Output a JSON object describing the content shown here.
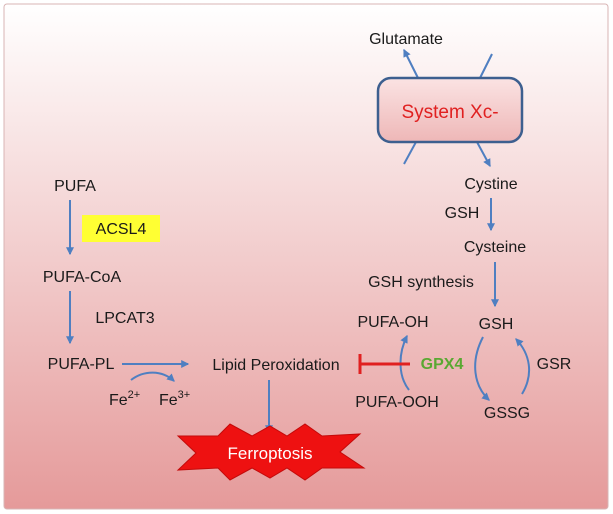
{
  "colors": {
    "arrow": "#4f7fc1",
    "background_top": "#ffffff",
    "background_bottom": "#e59a9a",
    "system_fill": "#f2c8c8",
    "system_border": "#3d5f8f",
    "system_text": "#e02020",
    "acsl4_highlight": "#ffff33",
    "gpx4_text": "#5aa832",
    "inhibitor": "#e02020",
    "ferroptosis_fill": "#ee1111",
    "ferroptosis_text": "#ffffff"
  },
  "labels": {
    "glutamate": "Glutamate",
    "system_xc": "System Xc-",
    "cystine": "Cystine",
    "gsh_reductant": "GSH",
    "cysteine": "Cysteine",
    "gsh_synthesis": "GSH synthesis",
    "gsh": "GSH",
    "gssg": "GSSG",
    "gsr": "GSR",
    "gpx4": "GPX4",
    "pufa_oh": "PUFA-OH",
    "pufa_ooh": "PUFA-OOH",
    "pufa": "PUFA",
    "acsl4": "ACSL4",
    "pufa_coa": "PUFA-CoA",
    "lpcat3": "LPCAT3",
    "pufa_pl": "PUFA-PL",
    "lipid_peroxidation": "Lipid  Peroxidation",
    "fe2_base": "Fe",
    "fe2_sup": "2+",
    "fe3_base": "Fe",
    "fe3_sup": "3+",
    "ferroptosis": "Ferroptosis"
  }
}
